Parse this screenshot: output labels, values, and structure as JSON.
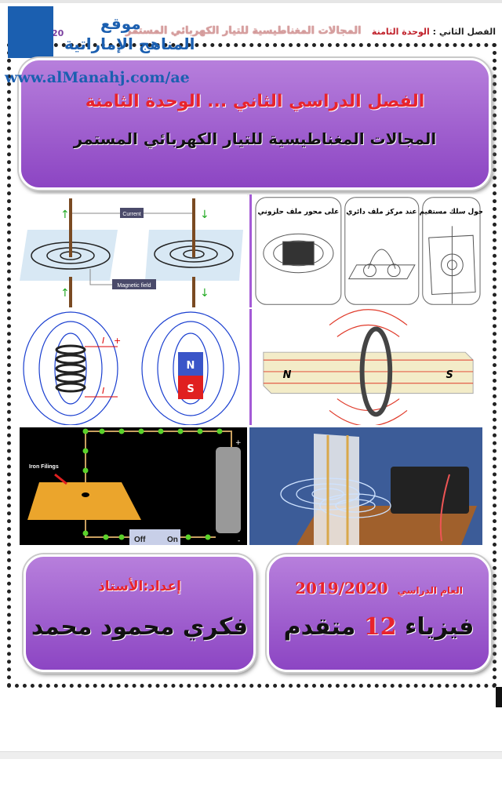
{
  "header": {
    "semester": "الفصل الثاني :",
    "unit": "الوحدة الثامنة",
    "topic": "المجالات المغناطيسية للتيار الكهربائي المستمر",
    "page_num": "20"
  },
  "watermark": {
    "line1": "موقع",
    "line2": "المناهج الإماراتية",
    "url": "www.alManahj.com/ae"
  },
  "title": {
    "line1": "الفصل الدراسي الثاني ... الوحدة الثامنة",
    "line2": "المجالات  المغناطيسية للتيار الكهربائي المستمر"
  },
  "panels": {
    "wire": {
      "current": "Current",
      "field": "Magnetic field"
    },
    "diagrams": {
      "solenoid": "على محور ملف حلزوني",
      "loop": "عند مركز ملف دائري",
      "straight": "حول سلك مستقيم"
    },
    "coil": {
      "n": "N",
      "s": "S",
      "i": "I",
      "plus": "+"
    },
    "filings": {
      "label": "Iron Filings",
      "off": "Off",
      "on": "On",
      "plus": "+",
      "minus": "-"
    }
  },
  "author": {
    "label": "إعداد:الأستاذ",
    "name": "فكري محمود محمد"
  },
  "course": {
    "year_label": "العام الدراسي",
    "year": "2019/2020",
    "subject": "فيزياء",
    "grade": "12",
    "level": "متقدم"
  },
  "colors": {
    "purple": "#9b59d0",
    "red": "#e8242c",
    "blue": "#1b5fb0"
  }
}
